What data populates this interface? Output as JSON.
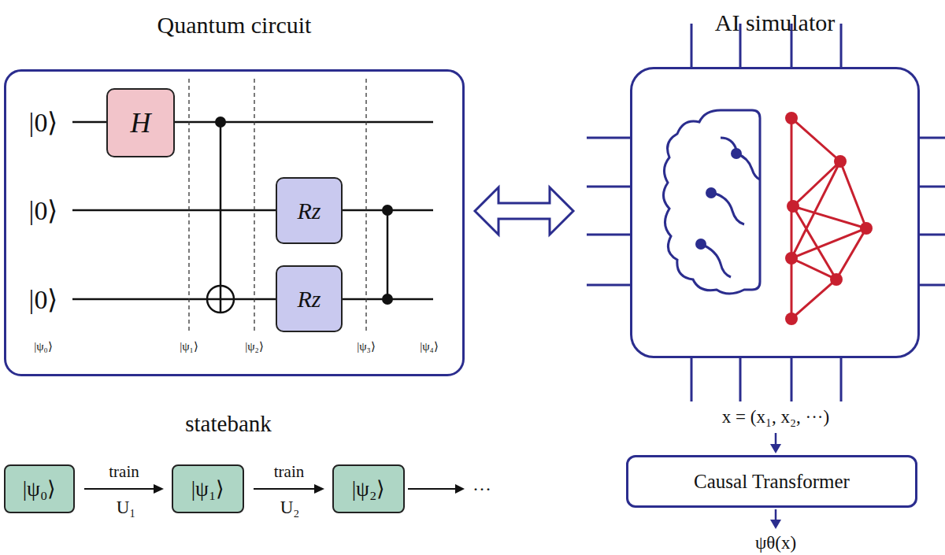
{
  "diagram": {
    "nodes": [
      {
        "text": [
          "Quantum circuit"
        ]
      },
      {
        "text": [
          "H"
        ],
        "in": 0
      },
      {
        "text": [
          "Rz"
        ],
        "in": 0
      },
      {
        "text": [
          "Rz"
        ],
        "in": 0
      },
      {
        "text": [
          "|ψ₀⟩"
        ]
      },
      {
        "text": [
          "|ψ₁⟩"
        ]
      },
      {
        "text": [
          "|ψ₂⟩"
        ]
      },
      {
        "text": [
          "AI simulator"
        ]
      },
      {
        "text": [
          "Causal Transformer"
        ]
      }
    ],
    "edges": [
      {
        "from": 4,
        "to": 5,
        "arrow": "to",
        "label": "train"
      },
      {
        "from": 5,
        "to": 6,
        "arrow": "to",
        "label": "train"
      },
      {
        "from": 0,
        "to": 7,
        "arrow": "both"
      }
    ],
    "labels": [
      "|0⟩",
      "|0⟩",
      "|0⟩",
      "|ψ₀⟩",
      "|ψ₁⟩",
      "|ψ₂⟩",
      "|ψ₃⟩",
      "|ψ₄⟩",
      "statebank",
      "U₁",
      "U₂",
      "···",
      "x = (x₁, x₂, ···)",
      "ψθ(x)"
    ]
  }
}
